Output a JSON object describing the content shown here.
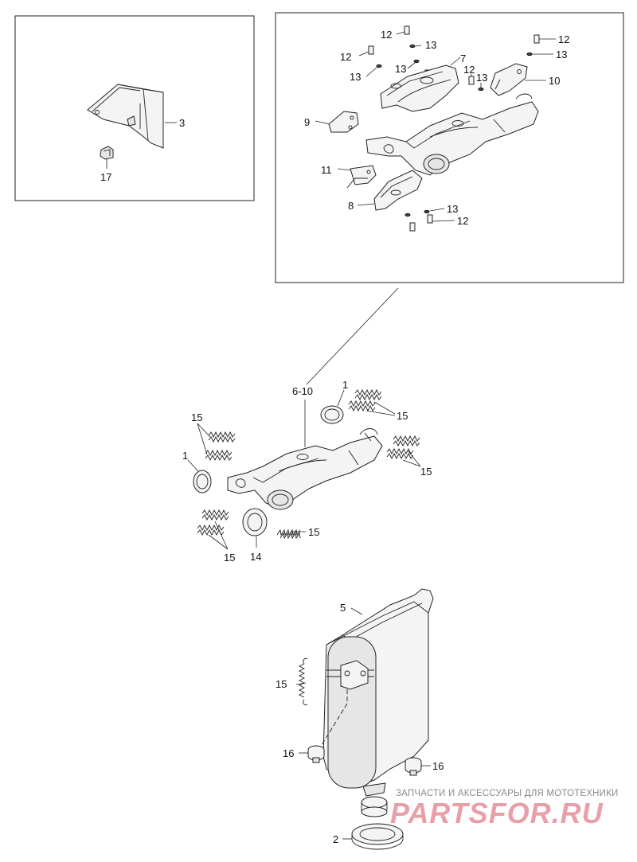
{
  "watermark": {
    "caption": "ЗАПЧАСТИ И АКСЕССУАРЫ ДЛЯ МОТОТЕХНИКИ",
    "brand": "PARTSFOR.RU",
    "brand_color": "#e8a0a8"
  },
  "callouts": {
    "box1_3": "3",
    "box1_17": "17",
    "box2_12a": "12",
    "box2_13a": "13",
    "box2_12b": "12",
    "box2_13b": "13",
    "box2_7": "7",
    "box2_13c": "13",
    "box2_12c": "12",
    "box2_13d": "13",
    "box2_12d": "12",
    "box2_13e": "13",
    "box2_10": "10",
    "box2_9": "9",
    "box2_11": "11",
    "box2_8": "8",
    "box2_13f": "13",
    "box2_12e": "12",
    "main_6_10": "6-10",
    "main_1a": "1",
    "main_15a": "15",
    "main_15b": "15",
    "main_15c": "15",
    "main_1b": "1",
    "main_15d": "15",
    "main_14": "14",
    "main_15e": "15",
    "main_5": "5",
    "main_15f": "15",
    "main_16a": "16",
    "main_16b": "16",
    "main_2": "2"
  }
}
